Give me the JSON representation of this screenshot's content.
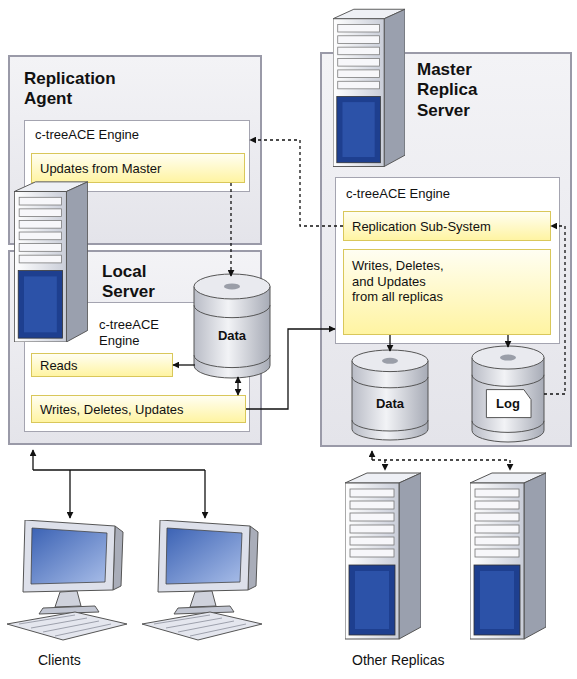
{
  "diagram": {
    "nodes": [
      {
        "text": [
          "Replication Agent"
        ]
      },
      {
        "text": [
          "c-treeACE Engine"
        ],
        "in": 0
      },
      {
        "text": [
          "Updates from Master"
        ],
        "in": 1
      },
      {
        "text": [
          "Master Replica Server"
        ]
      },
      {
        "text": [
          "c-treeACE Engine"
        ],
        "in": 3
      },
      {
        "text": [
          "Replication Sub-System"
        ],
        "in": 4
      },
      {
        "text": [
          "Writes, Deletes, and Updates from all replicas"
        ],
        "in": 4
      },
      {
        "text": [
          "Local Server"
        ]
      },
      {
        "text": [
          "c-treeACE Engine"
        ],
        "in": 7
      },
      {
        "text": [
          "Reads"
        ],
        "in": 8
      },
      {
        "text": [
          "Writes, Deletes, Updates"
        ],
        "in": 8
      },
      {
        "text": [
          "Data"
        ],
        "in": 7
      },
      {
        "text": [
          "Data"
        ],
        "in": 3
      },
      {
        "text": [
          "Log"
        ],
        "in": 3
      }
    ],
    "edges": [
      {
        "from": 5,
        "to": 1,
        "arrow": "to"
      },
      {
        "from": 2,
        "to": 11,
        "arrow": "to"
      },
      {
        "from": 11,
        "to": 9,
        "arrow": "to"
      },
      {
        "from": 10,
        "to": 11,
        "arrow": "both"
      },
      {
        "from": 10,
        "to": 4,
        "arrow": "to"
      },
      {
        "from": 6,
        "to": 12,
        "arrow": "to"
      },
      {
        "from": 6,
        "to": 13,
        "arrow": "to"
      },
      {
        "from": 13,
        "to": 5,
        "arrow": "to"
      }
    ],
    "labels": [
      "Clients",
      "Other Replicas"
    ]
  }
}
